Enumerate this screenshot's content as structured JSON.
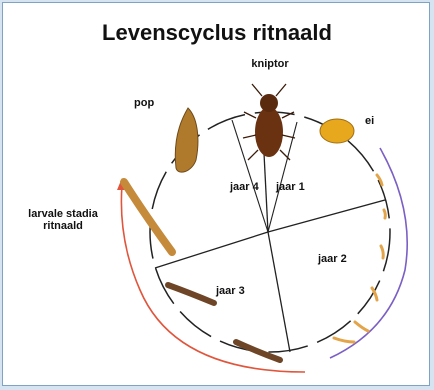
{
  "title": "Levenscyclus ritnaald",
  "stages": {
    "kniptor": "kniptor",
    "pop": "pop",
    "ei": "ei",
    "larvae_line1": "larvale stadia",
    "larvae_line2": "ritnaald"
  },
  "years": {
    "jaar1": "jaar 1",
    "jaar2": "jaar 2",
    "jaar3": "jaar 3",
    "jaar4": "jaar 4"
  },
  "colors": {
    "frame_border": "#7fa3c4",
    "circle": "#222222",
    "arrow_left": "#e0553b",
    "arrow_right": "#7a5fc4",
    "beetle": "#6b3212",
    "pupa": "#b07a2c",
    "egg": "#e8a81e",
    "larva_light": "#c58a3a",
    "larva_dark": "#6e4526",
    "small_larva": "#e3a44a"
  }
}
